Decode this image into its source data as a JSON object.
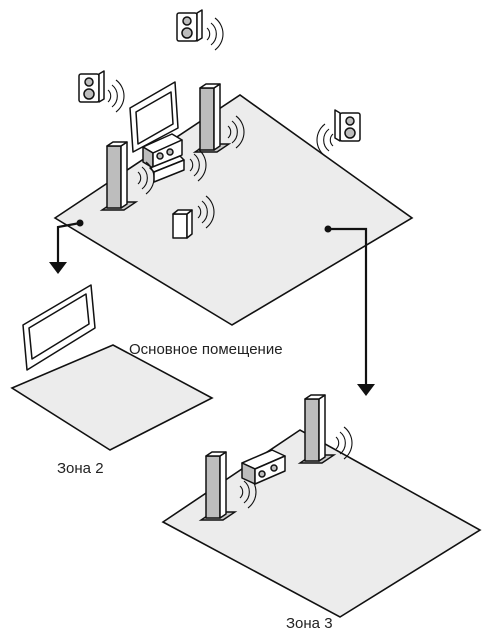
{
  "labels": {
    "main_room": "Основное помещение",
    "zone2": "Зона 2",
    "zone3": "Зона 3"
  },
  "colors": {
    "floor": "#ececec",
    "line": "#111111",
    "speaker_gray": "#bdbdbd"
  }
}
